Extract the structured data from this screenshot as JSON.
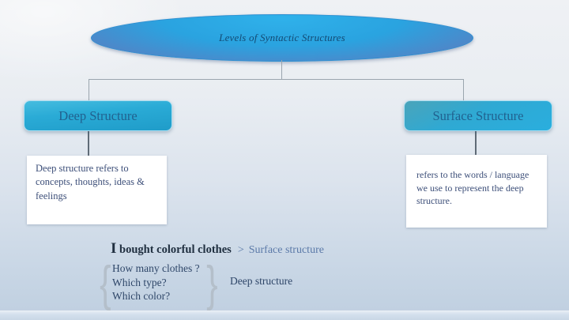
{
  "colors": {
    "ellipse-top": "#2fb1ea",
    "ellipse-bottom": "#5f87c3",
    "node-fill": "#2aabd6",
    "node-text": "#21618f",
    "title-text": "#134a74",
    "desc-text": "#3d4f79",
    "sentence-text": "#202f40",
    "surface-ref-text": "#5b79a8",
    "label-text": "#2e4668",
    "connector-light": "#9aa5ae",
    "connector-dark": "#5f6b77"
  },
  "diagram": {
    "root_label": "Levels of Syntactic Structures",
    "nodes": [
      {
        "label": "Deep Structure",
        "description": "Deep structure refers to concepts, thoughts, ideas & feelings"
      },
      {
        "label": "Surface Structure",
        "description": "refers to the words / language we use to represent the deep structure."
      }
    ]
  },
  "example": {
    "sentence_lead": "I",
    "sentence_rest": " bought colorful clothes",
    "separator": ">",
    "surface_label": "Surface structure",
    "brace_left": "{",
    "brace_right": "}",
    "questions": [
      "How many clothes ?",
      "Which type?",
      "Which color?"
    ],
    "deep_label": "Deep structure"
  }
}
